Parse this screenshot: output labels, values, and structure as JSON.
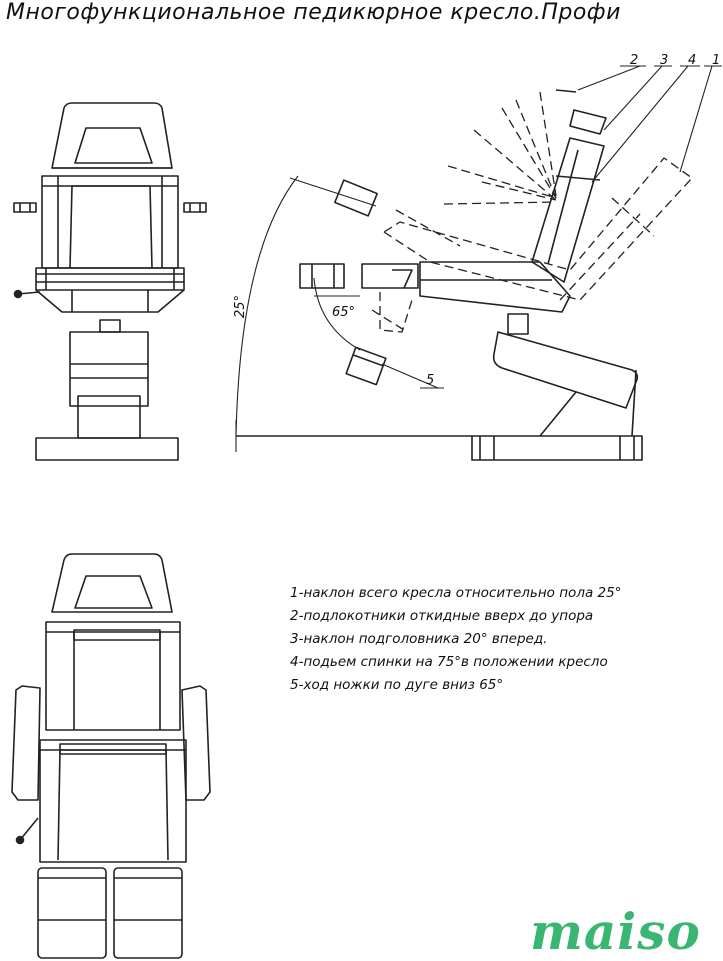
{
  "title": "Многофункциональное педикюрное кресло.Профи",
  "callouts": {
    "c1": "1",
    "c2": "2",
    "c3": "3",
    "c4": "4",
    "c5": "5"
  },
  "angles": {
    "tilt": "25°",
    "leg_arc": "65°"
  },
  "legend": [
    "1-наклон всего кресла относительно пола 25°",
    "2-подлокотники откидные вверх до упора",
    "3-наклон подголовника 20° вперед.",
    "4-подьем спинки на 75°в положении кресло",
    "5-ход ножки по дуге вниз 65°"
  ],
  "watermark": "maiso"
}
